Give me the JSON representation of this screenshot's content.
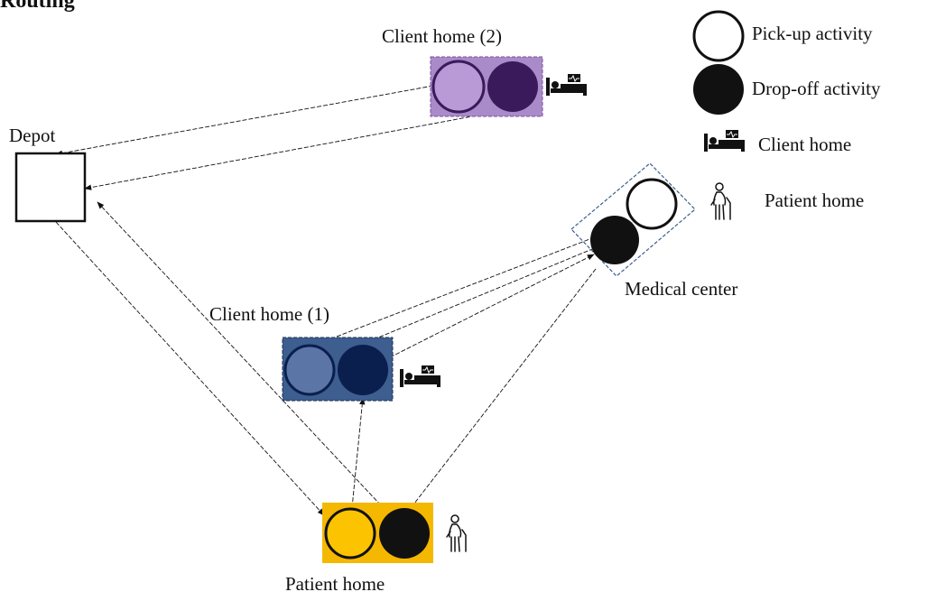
{
  "title": "Routing",
  "nodes": {
    "depot": {
      "label": "Depot"
    },
    "client_home_2": {
      "label": "Client home (2)",
      "color": "#a98bc9",
      "pickup_color": "#b99ad6",
      "dropoff_color": "#3a1a5a"
    },
    "client_home_1": {
      "label": "Client home (1)",
      "color": "#3d5e8f",
      "pickup_color": "#5b76a6",
      "dropoff_color": "#0a1f4d"
    },
    "medical_center": {
      "label": "Medical center"
    },
    "patient_home": {
      "label": "Patient home",
      "color": "#f5b800",
      "pickup_color": "#fcc400",
      "dropoff_color": "#111111"
    }
  },
  "legend": {
    "pickup": {
      "label": "Pick-up activity",
      "icon": "hollow-circle-icon"
    },
    "dropoff": {
      "label": "Drop-off activity",
      "icon": "filled-circle-icon"
    },
    "client_home": {
      "label": "Client home",
      "icon": "bed-icon"
    },
    "patient_home": {
      "label": "Patient home",
      "icon": "elderly-person-icon"
    }
  }
}
